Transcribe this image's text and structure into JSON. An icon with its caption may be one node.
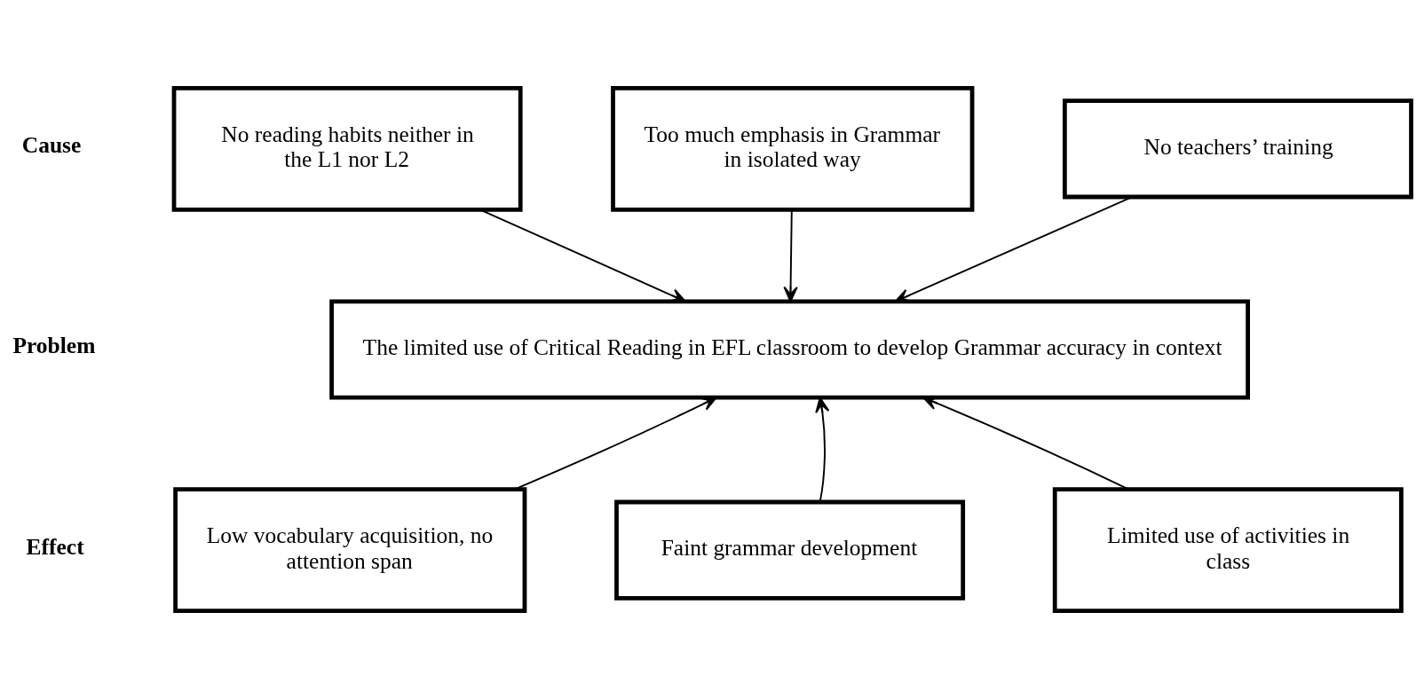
{
  "diagram": {
    "nodes": [
      {
        "text": [
          "No reading habits neither in the L1 nor L2"
        ]
      },
      {
        "text": [
          "Too much emphasis in Grammar in isolated way"
        ]
      },
      {
        "text": [
          "No teachers’ training"
        ]
      },
      {
        "text": [
          "The limited use of Critical Reading in EFL classroom to develop Grammar accuracy in context"
        ]
      },
      {
        "text": [
          "Low vocabulary acquisition, no attention span"
        ]
      },
      {
        "text": [
          "Faint grammar development"
        ]
      },
      {
        "text": [
          "Limited use of activities in class"
        ]
      }
    ],
    "edges": [
      {
        "from": 0,
        "to": 3,
        "arrow": "to"
      },
      {
        "from": 1,
        "to": 3,
        "arrow": "to"
      },
      {
        "from": 2,
        "to": 3,
        "arrow": "to"
      },
      {
        "from": 4,
        "to": 3,
        "arrow": "to"
      },
      {
        "from": 5,
        "to": 3,
        "arrow": "to"
      },
      {
        "from": 6,
        "to": 3,
        "arrow": "to"
      }
    ],
    "labels": [
      "Cause",
      "Problem",
      "Effect"
    ]
  }
}
